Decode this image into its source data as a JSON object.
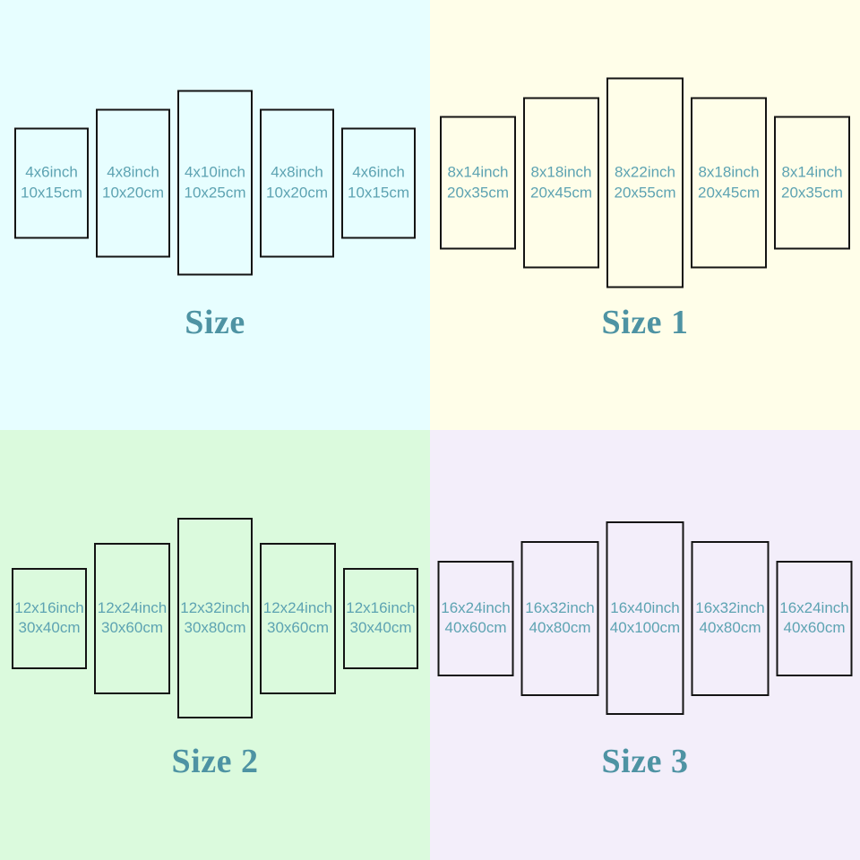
{
  "colors": {
    "label_text": "#5da3b2",
    "title_text": "#4e93a3",
    "panel_border": "#141414",
    "background_size_default": "#e7feff",
    "background_size_1": "#fffee9",
    "background_size_2": "#dbfadd",
    "background_size_3": "#f3eefa"
  },
  "quadrants": [
    {
      "title": "Size",
      "background": "#e7feff",
      "panels": [
        {
          "inch": "4x6inch",
          "cm": "10x15cm"
        },
        {
          "inch": "4x8inch",
          "cm": "10x20cm"
        },
        {
          "inch": "4x10inch",
          "cm": "10x25cm"
        },
        {
          "inch": "4x8inch",
          "cm": "10x20cm"
        },
        {
          "inch": "4x6inch",
          "cm": "10x15cm"
        }
      ]
    },
    {
      "title": "Size 1",
      "background": "#fffee9",
      "panels": [
        {
          "inch": "8x14inch",
          "cm": "20x35cm"
        },
        {
          "inch": "8x18inch",
          "cm": "20x45cm"
        },
        {
          "inch": "8x22inch",
          "cm": "20x55cm"
        },
        {
          "inch": "8x18inch",
          "cm": "20x45cm"
        },
        {
          "inch": "8x14inch",
          "cm": "20x35cm"
        }
      ]
    },
    {
      "title": "Size 2",
      "background": "#dbfadd",
      "panels": [
        {
          "inch": "12x16inch",
          "cm": "30x40cm"
        },
        {
          "inch": "12x24inch",
          "cm": "30x60cm"
        },
        {
          "inch": "12x32inch",
          "cm": "30x80cm"
        },
        {
          "inch": "12x24inch",
          "cm": "30x60cm"
        },
        {
          "inch": "12x16inch",
          "cm": "30x40cm"
        }
      ]
    },
    {
      "title": "Size 3",
      "background": "#f3eefa",
      "panels": [
        {
          "inch": "16x24inch",
          "cm": "40x60cm"
        },
        {
          "inch": "16x32inch",
          "cm": "40x80cm"
        },
        {
          "inch": "16x40inch",
          "cm": "40x100cm"
        },
        {
          "inch": "16x32inch",
          "cm": "40x80cm"
        },
        {
          "inch": "16x24inch",
          "cm": "40x60cm"
        }
      ]
    }
  ]
}
